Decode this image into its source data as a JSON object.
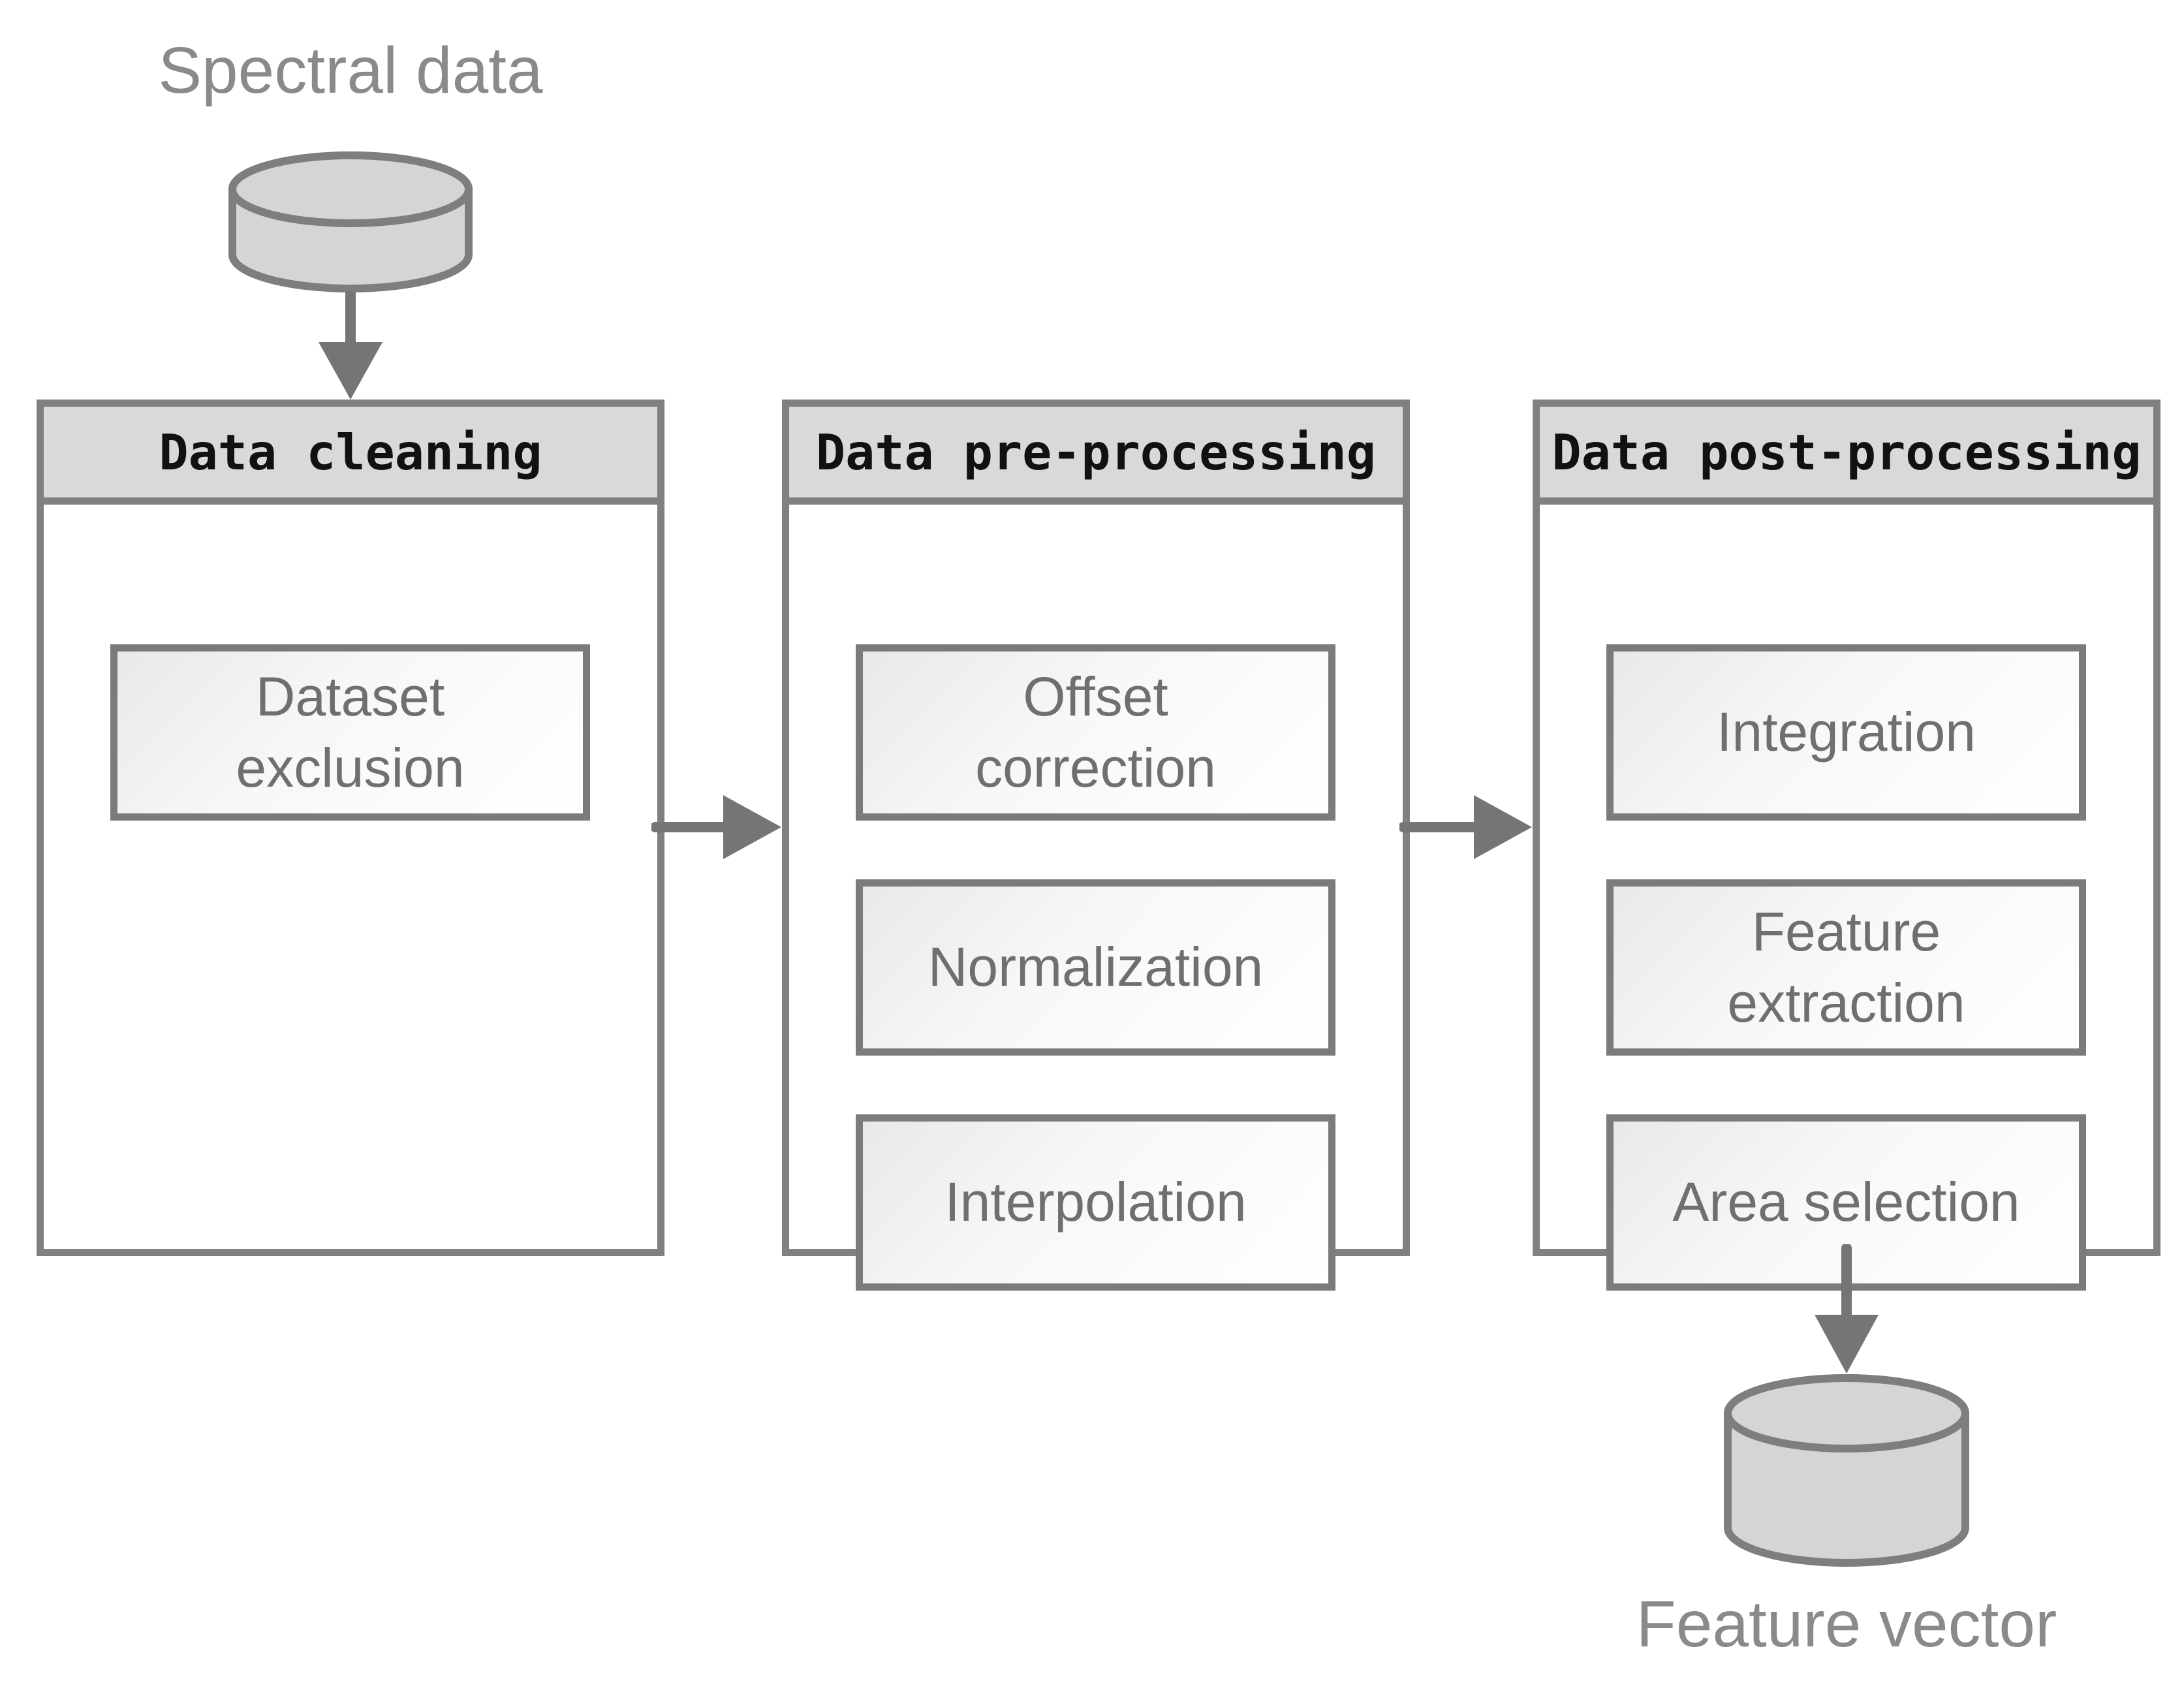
{
  "colors": {
    "border_gray": "#808080",
    "header_fill": "#d9d9d9",
    "header_text": "#111111",
    "box_border": "#7b7b7b",
    "box_text": "#6f6f6f",
    "outer_label_text": "#8a8a8a",
    "arrow_gray": "#757575",
    "cylinder_fill": "#d5d5d5",
    "cylinder_stroke": "#7e7e7e",
    "gradient_start": "#e7e9ea",
    "gradient_end": "#ffffff"
  },
  "source": {
    "label": "Spectral data",
    "icon": "database-cylinder-icon"
  },
  "sink": {
    "label": "Feature vector",
    "icon": "database-cylinder-icon"
  },
  "panels": [
    {
      "title": "Data cleaning",
      "steps": [
        "Dataset\nexclusion"
      ]
    },
    {
      "title": "Data pre-processing",
      "steps": [
        "Offset\ncorrection",
        "Normalization",
        "Interpolation"
      ]
    },
    {
      "title": "Data post-processing",
      "steps": [
        "Integration",
        "Feature\nextraction",
        "Area selection"
      ]
    }
  ]
}
